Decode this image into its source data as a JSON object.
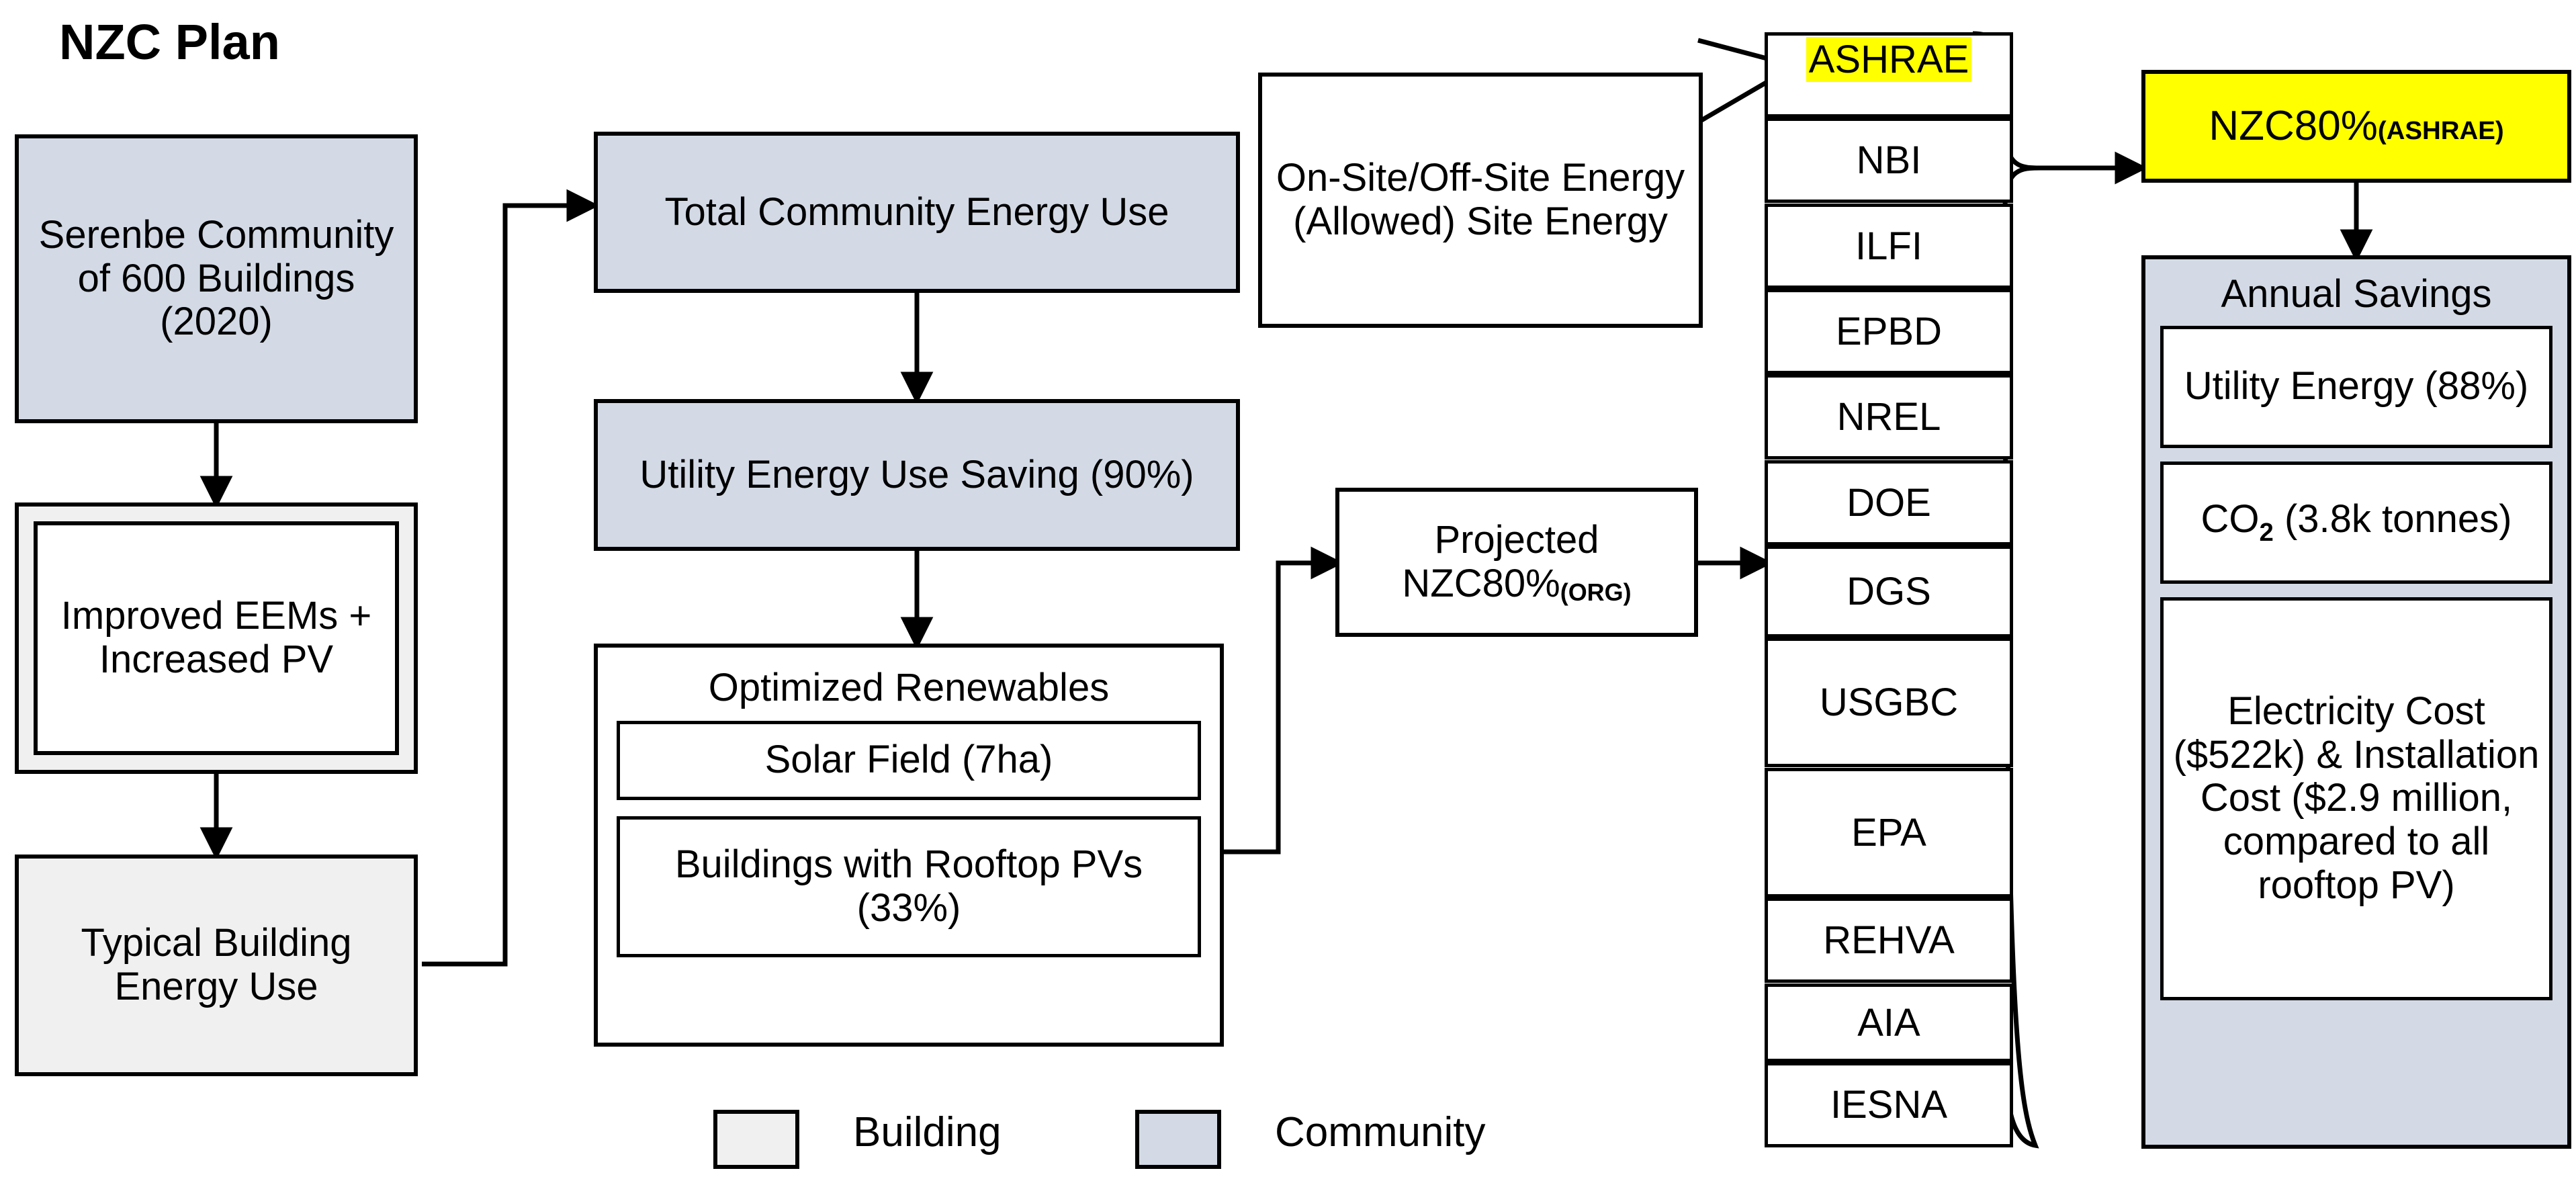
{
  "title": "NZC Plan",
  "colors": {
    "community_fill": "#d3dae6",
    "building_fill": "#f0f0f0",
    "plain_fill": "#ffffff",
    "highlight": "#ffff00",
    "stroke": "#000000"
  },
  "left_column": {
    "source_box": "Serenbe Community of 600 Buildings (2020)",
    "eems_outer_label": "",
    "eems_box": "Improved EEMs + Increased PV",
    "typical_box": "Typical Building Energy Use"
  },
  "middle_column": {
    "total_energy": "Total Community Energy Use",
    "utility_saving": "Utility Energy Use Saving (90%)",
    "renewables_title": "Optimized Renewables",
    "renewables_items": [
      "Solar Field (7ha)",
      "Buildings with Rooftop PVs (33%)"
    ]
  },
  "callout": {
    "onsite_offsite": "On-Site/Off-Site Energy (Allowed) Site Energy"
  },
  "projected": {
    "line1": "Projected",
    "line2_main": "NZC80%",
    "line2_sub": "(ORG)"
  },
  "organizations": [
    {
      "name": "ASHRAE",
      "highlighted": true
    },
    {
      "name": "NBI",
      "highlighted": false
    },
    {
      "name": "ILFI",
      "highlighted": false
    },
    {
      "name": "EPBD",
      "highlighted": false
    },
    {
      "name": "NREL",
      "highlighted": false
    },
    {
      "name": "DOE",
      "highlighted": false
    },
    {
      "name": "DGS",
      "highlighted": false
    },
    {
      "name": "USGBC",
      "highlighted": false
    },
    {
      "name": "EPA",
      "highlighted": false
    },
    {
      "name": "REHVA",
      "highlighted": false
    },
    {
      "name": "AIA",
      "highlighted": false
    },
    {
      "name": "IESNA",
      "highlighted": false
    }
  ],
  "result": {
    "nzc_main": "NZC80%",
    "nzc_sub": "(ASHRAE)"
  },
  "savings": {
    "heading": "Annual Savings",
    "items": [
      {
        "label_pre": "Utility Energy (88%)",
        "label_sub": "",
        "label_post": ""
      },
      {
        "label_pre": "CO",
        "label_sub": "2",
        "label_post": " (3.8k tonnes)"
      },
      {
        "label_pre": "Electricity Cost ($522k) & Installation Cost ($2.9 million, compared to all rooftop PV)",
        "label_sub": "",
        "label_post": ""
      }
    ]
  },
  "legend": {
    "building_label": "Building",
    "community_label": "Community"
  }
}
